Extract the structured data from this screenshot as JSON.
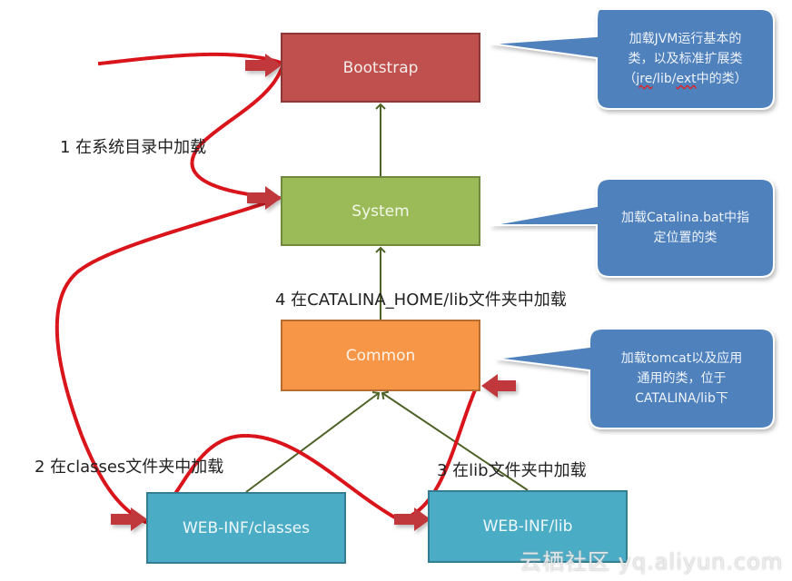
{
  "diagram": {
    "nodes": {
      "bootstrap": "Bootstrap",
      "system": "System",
      "common": "Common",
      "webinf_classes": "WEB-INF/classes",
      "webinf_lib": "WEB-INF/lib"
    },
    "callouts": {
      "bootstrap": {
        "line1": "加载JVM运行基本的",
        "line2": "类，以及标准扩展类",
        "line3_open": "（",
        "line3_u1": "jre",
        "line3_mid": "/lib/",
        "line3_u2": "ext",
        "line3_close": "中的类）"
      },
      "system": {
        "line1": "加载Catalina.bat中指",
        "line2": "定位置的类"
      },
      "common": {
        "line1": "加载tomcat以及应用",
        "line2": "通用的类，位于",
        "line3": "CATALINA/lib下"
      }
    },
    "steps": {
      "step1": "1 在系统目录中加载",
      "step2": "2 在classes文件夹中加载",
      "step3": "3 在lib文件夹中加载",
      "step4": "4 在CATALINA_HOME/lib文件夹中加载"
    },
    "colors": {
      "bootstrap": "#c0504d",
      "system": "#9bbb59",
      "common": "#f79646",
      "webinf": "#4bacc6",
      "callout": "#4f81bd",
      "connector": "#4f6228",
      "dotted_path": "#d9141b",
      "arrow": "#c0393b"
    },
    "watermark": "云栖社区 yq.aliyun.com"
  }
}
